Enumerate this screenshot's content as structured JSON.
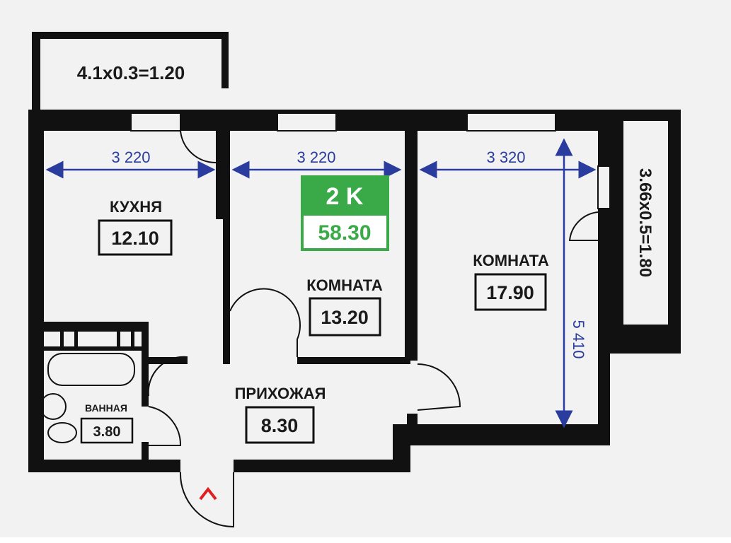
{
  "plan": {
    "balcony_top_label": "4.1x0.3=1.20",
    "balcony_right_label": "3.66x0.5=1.80",
    "badge": {
      "rooms": "2 K",
      "total_area": "58.30"
    },
    "rooms": [
      {
        "name": "КУХНЯ",
        "area": "12.10"
      },
      {
        "name": "КОМНАТА",
        "area": "13.20"
      },
      {
        "name": "КОМНАТА",
        "area": "17.90"
      },
      {
        "name": "ПРИХОЖАЯ",
        "area": "8.30"
      },
      {
        "name": "ВАННАЯ",
        "area": "3.80"
      }
    ],
    "dimensions": {
      "kitchen_width": "3 220",
      "room1_width": "3 220",
      "room2_width": "3 320",
      "room2_length": "5 410"
    }
  },
  "colors": {
    "wall": "#111111",
    "dimension": "#2a3d9e",
    "badge": "#3aaa48",
    "entrance": "#e02020",
    "background": "#f2f2f2"
  }
}
